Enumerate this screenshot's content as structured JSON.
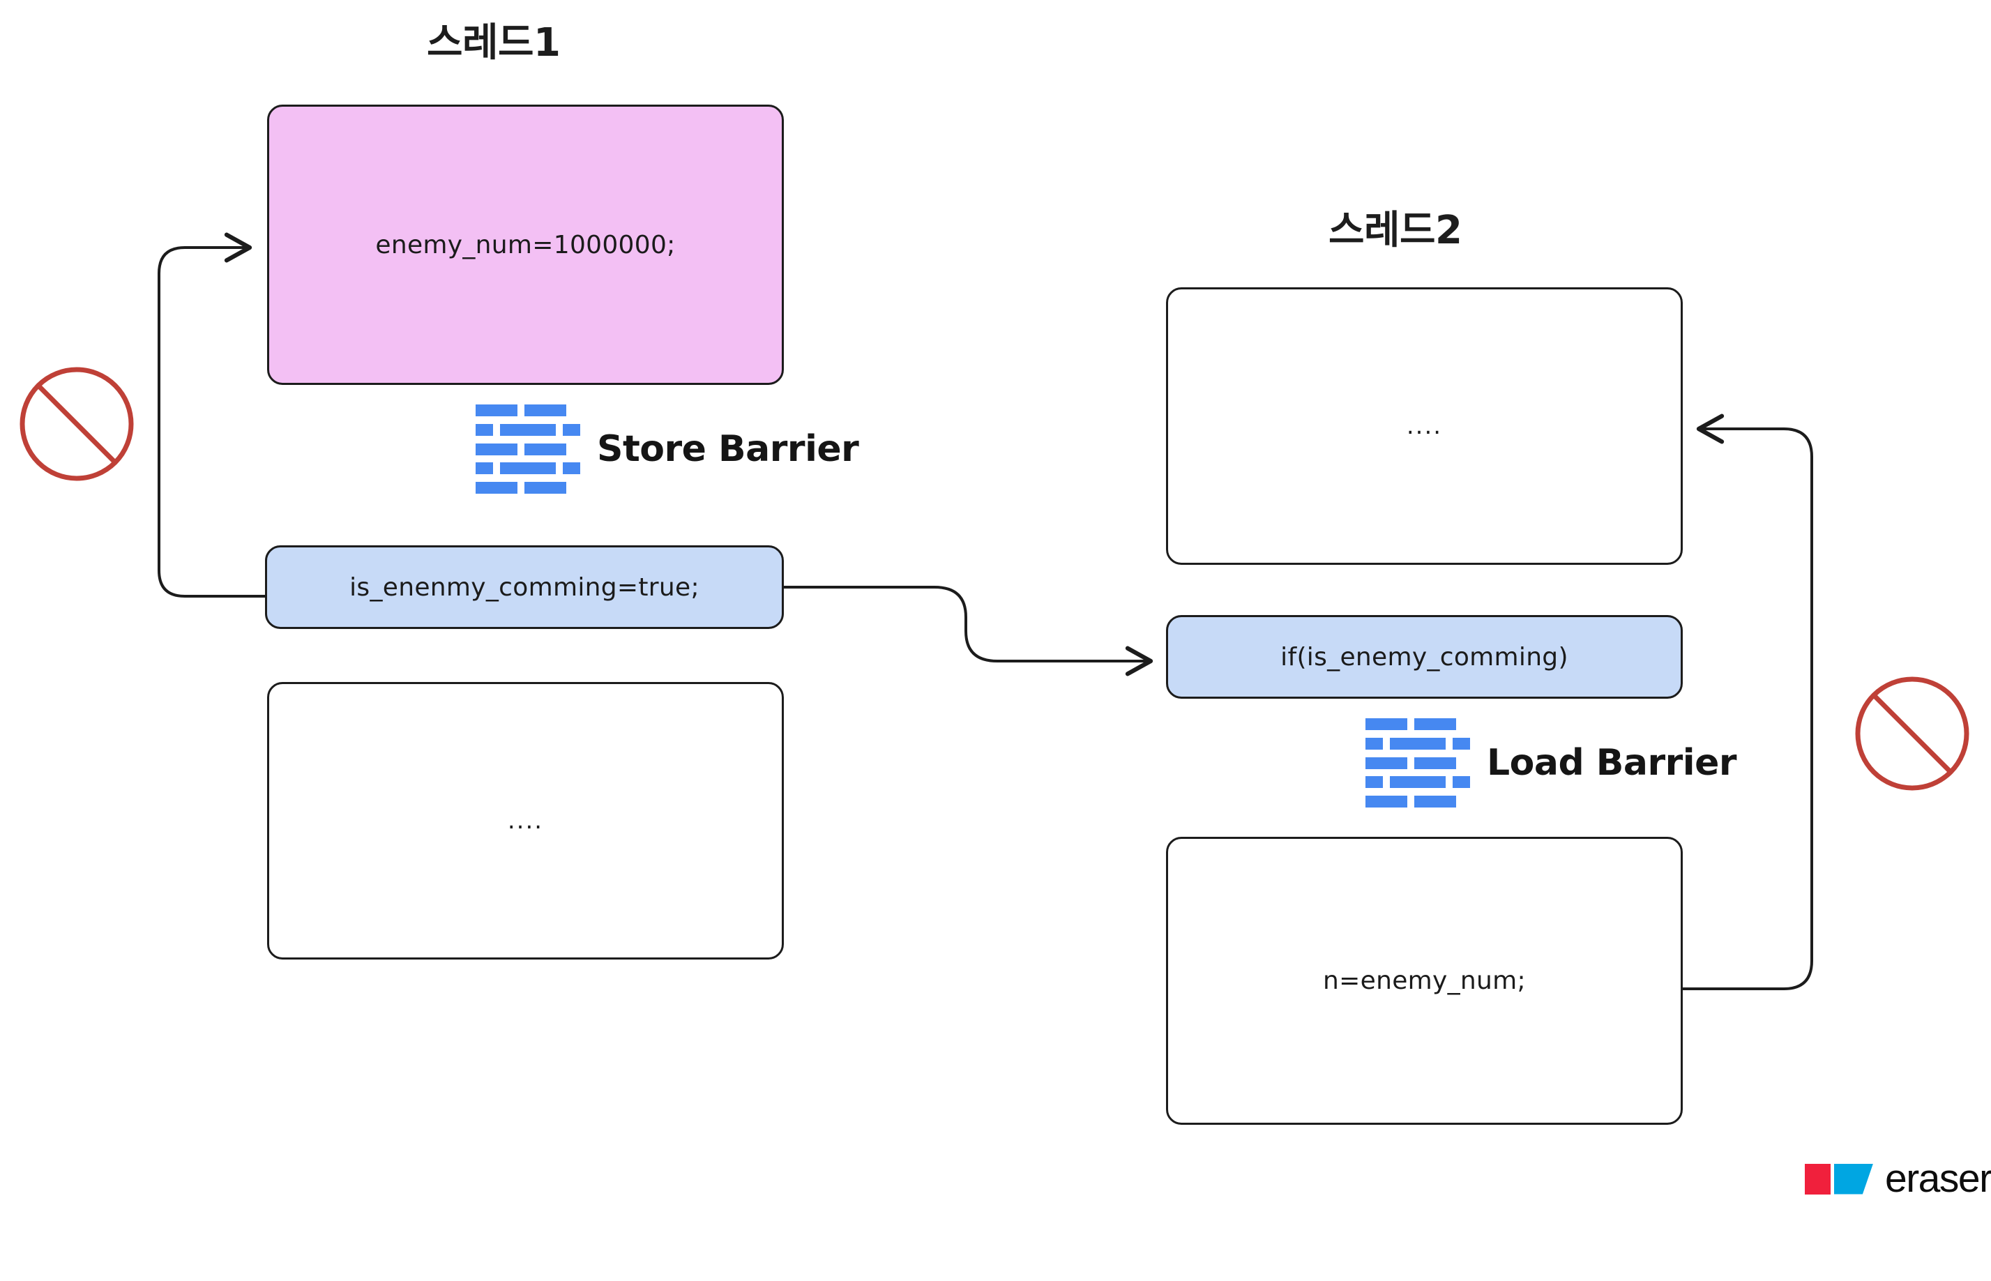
{
  "diagram": {
    "title_thread1": "스레드1",
    "title_thread2": "스레드2",
    "background_color": "#ffffff"
  },
  "colors": {
    "pink_node": "#f3c0f4",
    "blue_node": "#c7daf7",
    "node_border": "#1c1c1c",
    "brick_blue": "#4688f1",
    "prohibition_red": "#bf4037",
    "logo_red": "#f0203c",
    "logo_blue": "#00a6e2"
  },
  "thread1": {
    "nodes": [
      {
        "id": "enemy-num",
        "label": "enemy_num=1000000;",
        "fill": "#f3c0f4"
      },
      {
        "id": "is-enemy",
        "label": "is_enenmy_comming=true;",
        "fill": "#c7daf7"
      },
      {
        "id": "thread1-dots",
        "label": "....",
        "fill": "#ffffff"
      }
    ],
    "barrier": {
      "label": "Store Barrier",
      "icon": "brick-wall-icon"
    }
  },
  "thread2": {
    "nodes": [
      {
        "id": "thread2-dots",
        "label": "....",
        "fill": "#ffffff"
      },
      {
        "id": "if-enemy",
        "label": "if(is_enemy_comming)",
        "fill": "#c7daf7"
      },
      {
        "id": "n-enemy",
        "label": "n=enemy_num;",
        "fill": "#ffffff"
      }
    ],
    "barrier": {
      "label": "Load Barrier",
      "icon": "brick-wall-icon"
    }
  },
  "annotations": {
    "prohibition_left": "no-reorder-icon",
    "prohibition_right": "no-reorder-icon"
  },
  "logo": {
    "text": "eraser",
    "mark": "eraser-logo-mark"
  }
}
